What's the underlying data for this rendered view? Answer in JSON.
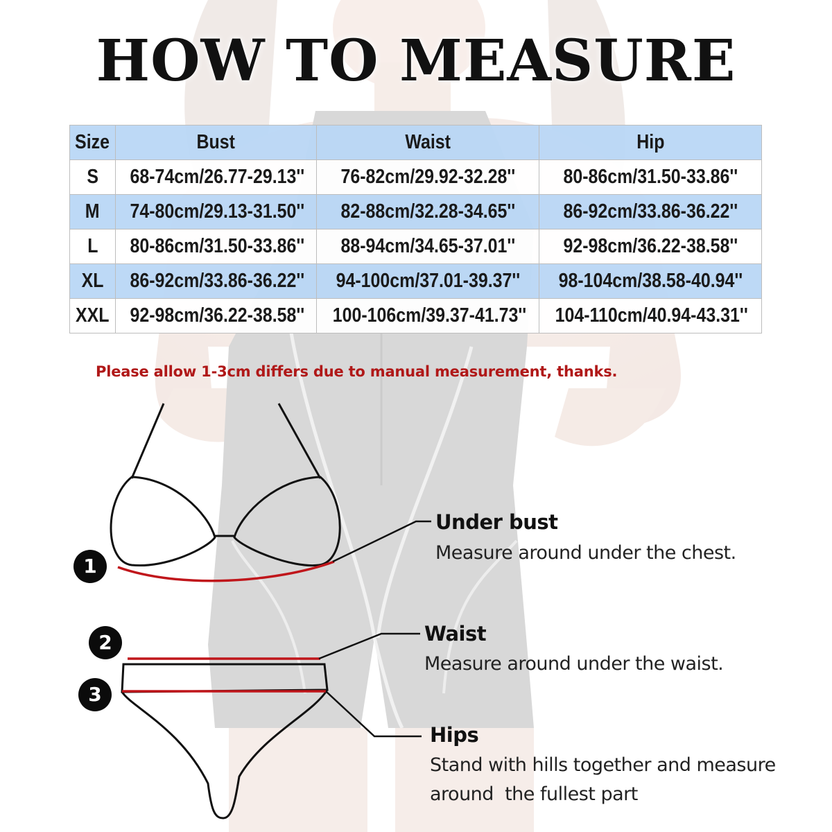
{
  "title": "HOW TO MEASURE",
  "table": {
    "headers": [
      "Size",
      "Bust",
      "Waist",
      "Hip"
    ],
    "rows": [
      [
        "S",
        "68-74cm/26.77-29.13''",
        "76-82cm/29.92-32.28''",
        "80-86cm/31.50-33.86''"
      ],
      [
        "M",
        "74-80cm/29.13-31.50''",
        "82-88cm/32.28-34.65''",
        "86-92cm/33.86-36.22''"
      ],
      [
        "L",
        "80-86cm/31.50-33.86''",
        "88-94cm/34.65-37.01''",
        "92-98cm/36.22-38.58''"
      ],
      [
        "XL",
        "86-92cm/33.86-36.22''",
        "94-100cm/37.01-39.37''",
        "98-104cm/38.58-40.94''"
      ],
      [
        "XXL",
        "92-98cm/36.22-38.58''",
        "100-106cm/39.37-41.73''",
        "104-110cm/40.94-43.31''"
      ]
    ]
  },
  "note": "Please allow 1-3cm differs due to manual measurement, thanks.",
  "measures": [
    {
      "number": "1",
      "title": "Under bust",
      "description": "Measure around under the chest."
    },
    {
      "number": "2",
      "title": "Waist",
      "description": "Measure around under the waist."
    },
    {
      "number": "3",
      "title": "Hips",
      "description": "Stand with hills together and measure",
      "description2": "around  the fullest part"
    }
  ],
  "colors": {
    "header_row": "#b8d6f5",
    "alt_row": "#b8d6f5",
    "note_text": "#b01818",
    "measure_line": "#c0161b"
  }
}
